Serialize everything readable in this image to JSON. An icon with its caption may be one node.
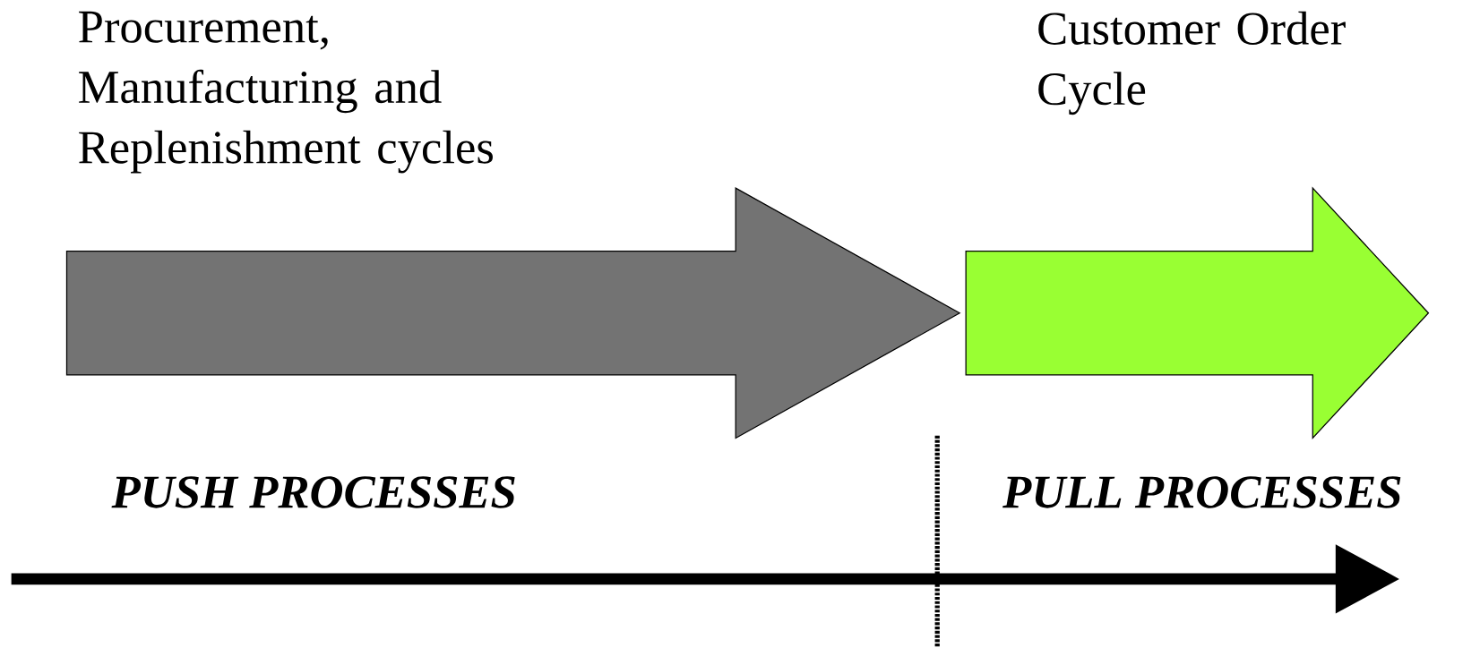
{
  "diagram": {
    "nodes": [
      {
        "text": [
          "Procurement, Manufacturing and Replenishment cycles"
        ]
      },
      {
        "text": [
          "Customer Order Cycle"
        ]
      }
    ],
    "labels": [
      "PUSH PROCESSES",
      "PULL PROCESSES"
    ]
  }
}
